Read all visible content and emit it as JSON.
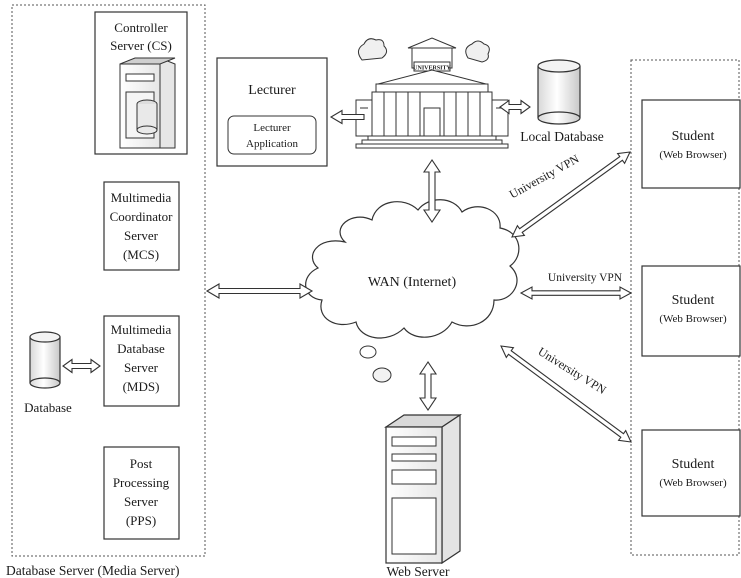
{
  "diagram": {
    "left_panel": {
      "caption": "Database Server (Media Server)",
      "boxes": {
        "cs": [
          "Controller",
          "Server (CS)"
        ],
        "mcs": [
          "Multimedia",
          "Coordinator",
          "Server",
          "(MCS)"
        ],
        "mds": [
          "Multimedia",
          "Database",
          "Server",
          "(MDS)"
        ],
        "pps": [
          "Post",
          "Processing",
          "Server",
          "(PPS)"
        ]
      },
      "database_label": "Database"
    },
    "lecturer": {
      "title": "Lecturer",
      "app": [
        "Lecturer",
        "Application"
      ]
    },
    "university": {
      "sign": "UNIVERSITY"
    },
    "local_db_label": "Local Database",
    "cloud_label": "WAN (Internet)",
    "web_server_label": "Web Server",
    "vpn_label": "University VPN",
    "students": [
      {
        "title": "Student",
        "subtitle": "(Web Browser)"
      },
      {
        "title": "Student",
        "subtitle": "(Web Browser)"
      },
      {
        "title": "Student",
        "subtitle": "(Web Browser)"
      }
    ]
  }
}
